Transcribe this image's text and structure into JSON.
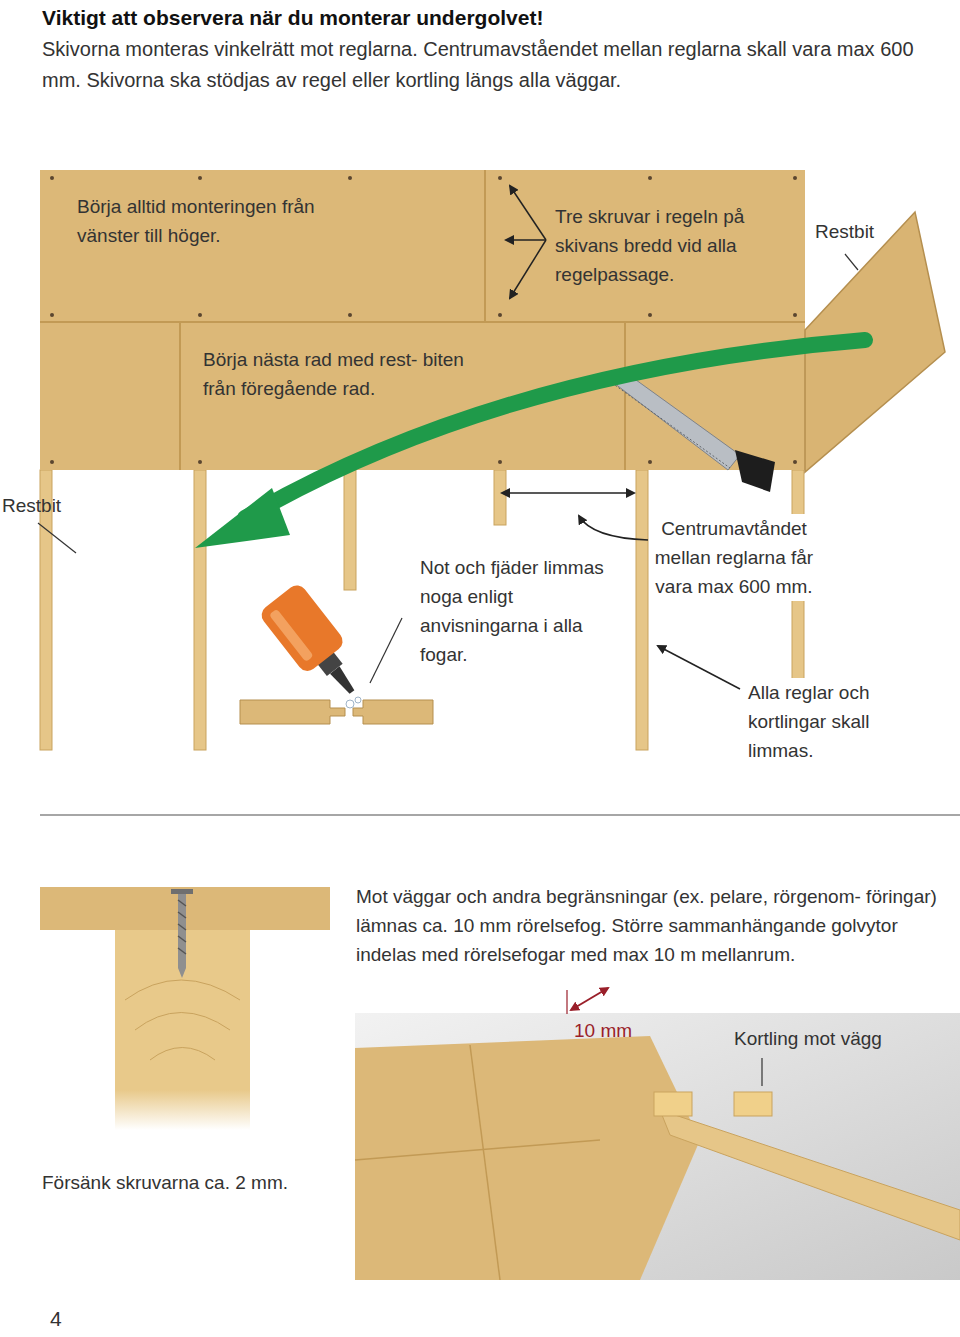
{
  "diagram": {
    "title": "Viktigt att observera när du monterar undergolvet!",
    "labels": [
      "Skivorna monteras vinkelrätt mot reglarna. Centrumavståendet mellan reglarna skall vara max 600 mm. Skivorna ska stödjas av regel eller kortling längs alla väggar.",
      "Börja alltid monteringen från vänster till höger.",
      "Tre skruvar i regeln på skivans bredd vid alla regelpassage.",
      "Restbit",
      "Börja nästa rad med rest- biten från föregående rad.",
      "Restbit",
      "Not och fjäder limmas noga enligt anvisningarna i alla fogar.",
      "Centrumavtåndet mellan reglarna får vara max 600 mm.",
      "Alla reglar och kortlingar skall limmas.",
      "Mot väggar och andra begränsningar (ex. pelare, rörgenom- föringar) lämnas ca. 10 mm rörelsefog. Större sammanhängande golvytor indelas med rörelsefogar med max 10 m mellanrum.",
      "10 mm",
      "Kortling mot vägg",
      "Försänk skruvarna ca. 2 mm.",
      "4"
    ]
  }
}
